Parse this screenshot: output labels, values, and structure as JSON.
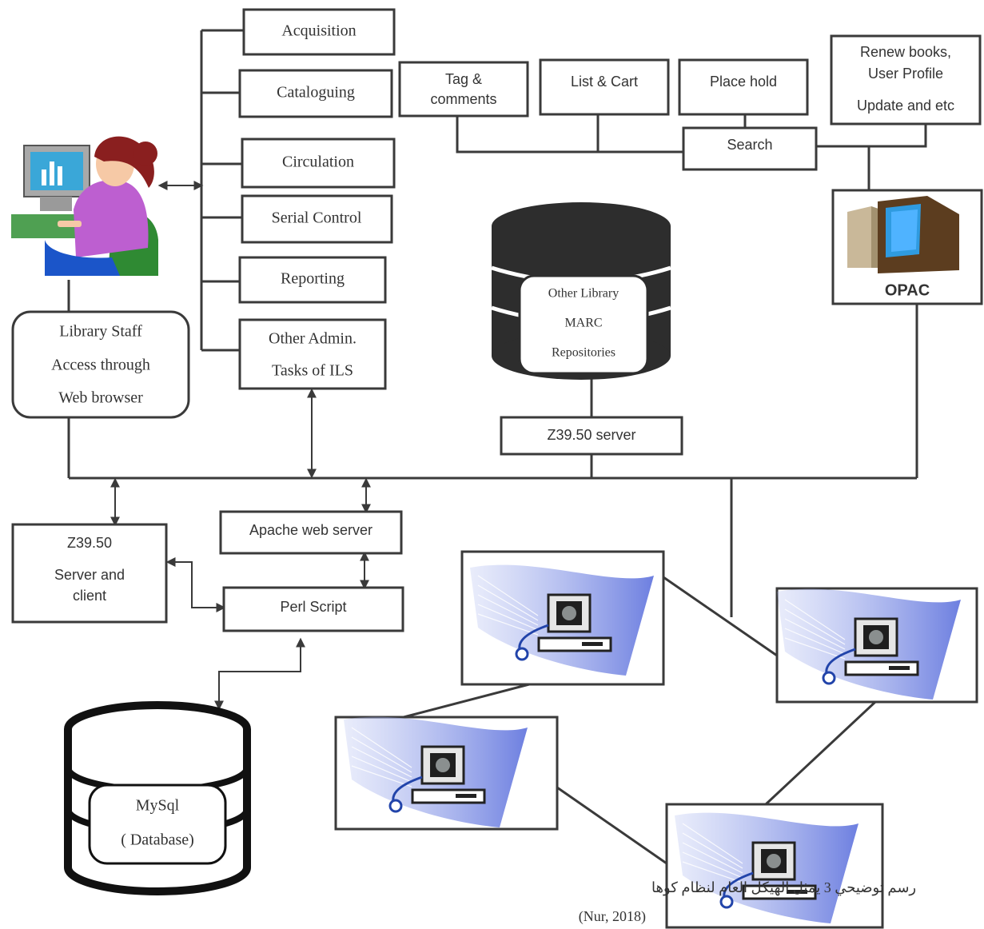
{
  "modules": {
    "acquisition": "Acquisition",
    "cataloguing": "Cataloguing",
    "circulation": "Circulation",
    "serial_control": "Serial Control",
    "reporting": "Reporting",
    "other_admin_1": "Other Admin.",
    "other_admin_2": "Tasks of ILS"
  },
  "opac_features": {
    "tag": [
      "Tag &",
      "comments"
    ],
    "list_cart": "List & Cart",
    "place_hold": "Place hold",
    "renew": [
      "Renew books,",
      "User Profile",
      "Update and etc"
    ],
    "search": "Search"
  },
  "opac": {
    "label": "OPAC",
    "icon": "desktop-computer-icon"
  },
  "staff": {
    "line1": "Library Staff",
    "line2": "Access through",
    "line3": "Web browser",
    "icon": "librarian-at-computer-icon",
    "accent": "#e23a3a"
  },
  "repository": {
    "line1": "Other Library",
    "line2": "MARC",
    "line3": "Repositories"
  },
  "z3950_server": "Z39.50 server",
  "z3950_client": {
    "line1": "Z39.50",
    "line2": "Server and",
    "line3": "client"
  },
  "apache": "Apache web server",
  "perl": "Perl Script",
  "database": {
    "line1": "MySql",
    "line2": "( Database)"
  },
  "client_icon": "network-workstation-icon",
  "caption": {
    "arabic": "رسم توضيحي 3 يمثل الهيكل العام لنظام كوها",
    "source": "(Nur, 2018)"
  }
}
